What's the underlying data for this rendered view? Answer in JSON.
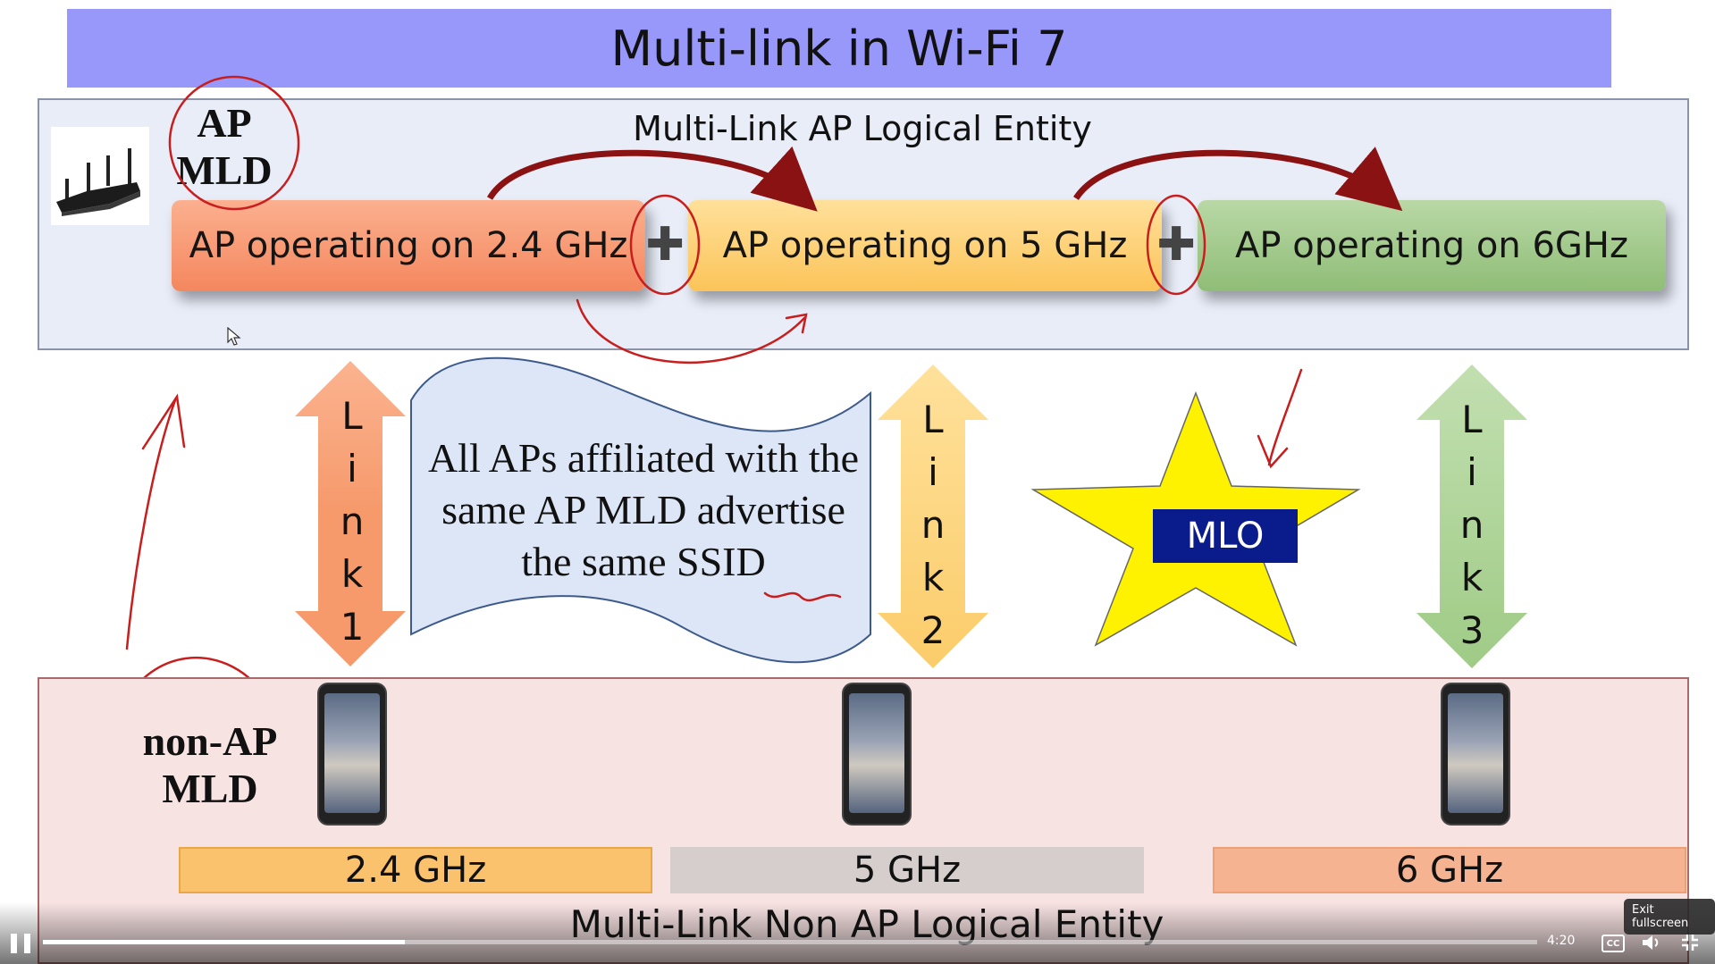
{
  "slide": {
    "title": "Multi-link in Wi-Fi 7",
    "ap_entity_label": "Multi-Link AP Logical Entity",
    "ap_mld_label": "AP MLD",
    "ap_boxes": [
      {
        "label": "AP operating on 2.4 GHz",
        "color": "#f4875e"
      },
      {
        "label": "AP operating on 5 GHz",
        "color": "#fbc45a"
      },
      {
        "label": "AP operating on 6GHz",
        "color": "#8fbd77"
      }
    ],
    "plus_symbol": "✚",
    "callout": "All APs affiliated with the same AP MLD advertise the same SSID",
    "links": [
      {
        "letters": [
          "L",
          "i",
          "n",
          "k",
          "1"
        ],
        "color": "#f6996b"
      },
      {
        "letters": [
          "L",
          "i",
          "n",
          "k",
          "2"
        ],
        "color": "#fbcc6a"
      },
      {
        "letters": [
          "L",
          "i",
          "n",
          "k",
          "3"
        ],
        "color": "#9fcb86"
      }
    ],
    "star_label": "MLO",
    "star_color": "#fff200",
    "non_ap_mld_label": "non-AP MLD",
    "bands": [
      "2.4 GHz",
      "5 GHz",
      "6 GHz"
    ],
    "non_ap_entity_label": "Multi-Link Non AP  Logical Entity",
    "annotation_color": "#c81e1e",
    "icons": [
      "router-icon",
      "smartphone-icon",
      "cursor-icon"
    ]
  },
  "player": {
    "time": "4:20",
    "progress": 0.242,
    "exit_fullscreen_tooltip": "Exit fullscreen",
    "cc_label": "CC",
    "icons": [
      "pause-icon",
      "closed-captions-icon",
      "volume-icon",
      "exit-fullscreen-icon"
    ]
  }
}
